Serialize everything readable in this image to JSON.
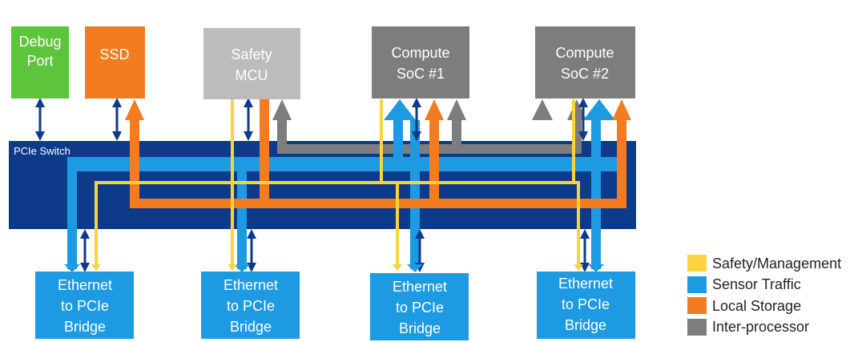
{
  "colors": {
    "switch": "#0e3a8a",
    "debug": "#5cc53b",
    "ssd": "#f47c20",
    "safety_mcu": "#bcbcbc",
    "compute": "#7d7d7d",
    "bridge": "#1e9ae2",
    "safety": "#f9d43e",
    "sensor": "#1e9ae2",
    "storage": "#f47c20",
    "interproc": "#7d7d7d",
    "control": "#0e3a8a"
  },
  "switch": {
    "label": "PCIe Switch"
  },
  "nodes": {
    "debug": {
      "line1": "Debug",
      "line2": "Port"
    },
    "ssd": {
      "line1": "SSD"
    },
    "safety_mcu": {
      "line1": "Safety",
      "line2": "MCU"
    },
    "soc1": {
      "line1": "Compute",
      "line2": "SoC #1"
    },
    "soc2": {
      "line1": "Compute",
      "line2": "SoC #2"
    }
  },
  "bridges": [
    {
      "line1": "Ethernet",
      "line2": "to PCIe",
      "line3": "Bridge"
    },
    {
      "line1": "Ethernet",
      "line2": "to PCIe",
      "line3": "Bridge"
    },
    {
      "line1": "Ethernet",
      "line2": "to PCIe",
      "line3": "Bridge"
    },
    {
      "line1": "Ethernet",
      "line2": "to PCIe",
      "line3": "Bridge"
    }
  ],
  "legend": [
    {
      "label": "Safety/Management",
      "color": "#f9d43e"
    },
    {
      "label": "Sensor Traffic",
      "color": "#1e9ae2"
    },
    {
      "label": "Local Storage",
      "color": "#f47c20"
    },
    {
      "label": "Inter-processor",
      "color": "#7d7d7d"
    }
  ]
}
